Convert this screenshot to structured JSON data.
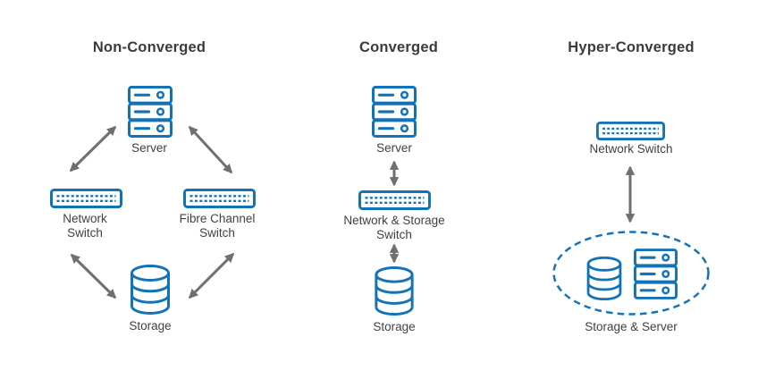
{
  "colors": {
    "blue": "#1373b9",
    "arrow": "#6f6f6f",
    "text": "#414141",
    "heading": "#3b3b3b",
    "bg": "#ffffff"
  },
  "diagram": {
    "non_converged": {
      "title": "Non-Converged",
      "server_label": "Server",
      "network_switch_label": "Network Switch",
      "fibre_switch_label": "Fibre Channel Switch",
      "storage_label": "Storage"
    },
    "converged": {
      "title": "Converged",
      "server_label": "Server",
      "switch_label": "Network & Storage Switch",
      "storage_label": "Storage"
    },
    "hyper_converged": {
      "title": "Hyper-Converged",
      "switch_label": "Network Switch",
      "storage_server_label": "Storage & Server"
    },
    "icons": {
      "server": "server-icon",
      "switch": "network-switch-icon",
      "storage": "storage-cylinder-icon",
      "arrow": "double-headed-arrow-icon",
      "cluster": "dashed-ellipse-cluster-icon"
    }
  }
}
